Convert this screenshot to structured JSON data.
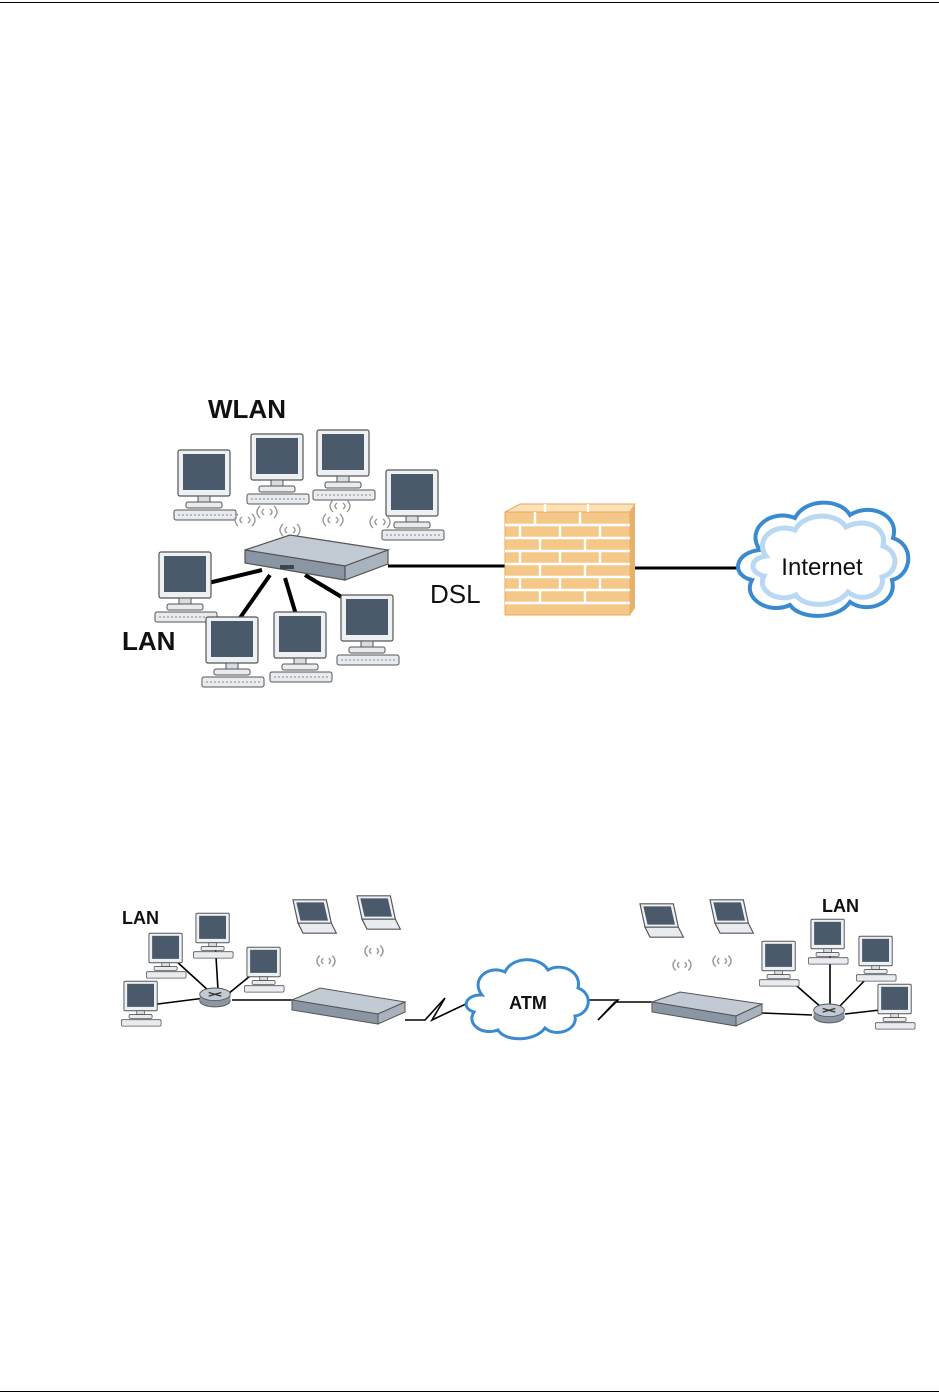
{
  "diagram1": {
    "wlan_label": "WLAN",
    "lan_label": "LAN",
    "dsl_label": "DSL",
    "internet_label": "Internet"
  },
  "diagram2": {
    "lan_left_label": "LAN",
    "lan_right_label": "LAN",
    "atm_label": "ATM"
  },
  "colors": {
    "monitor_screen": "#4a5a6a",
    "monitor_body": "#e8ecf0",
    "device_body": "#9aa6b2",
    "firewall_brick": "#f5c88a",
    "firewall_mortar": "#ffffff",
    "cloud_fill": "#ffffff",
    "cloud_stroke": "#3a8ad0",
    "link": "#000000"
  }
}
